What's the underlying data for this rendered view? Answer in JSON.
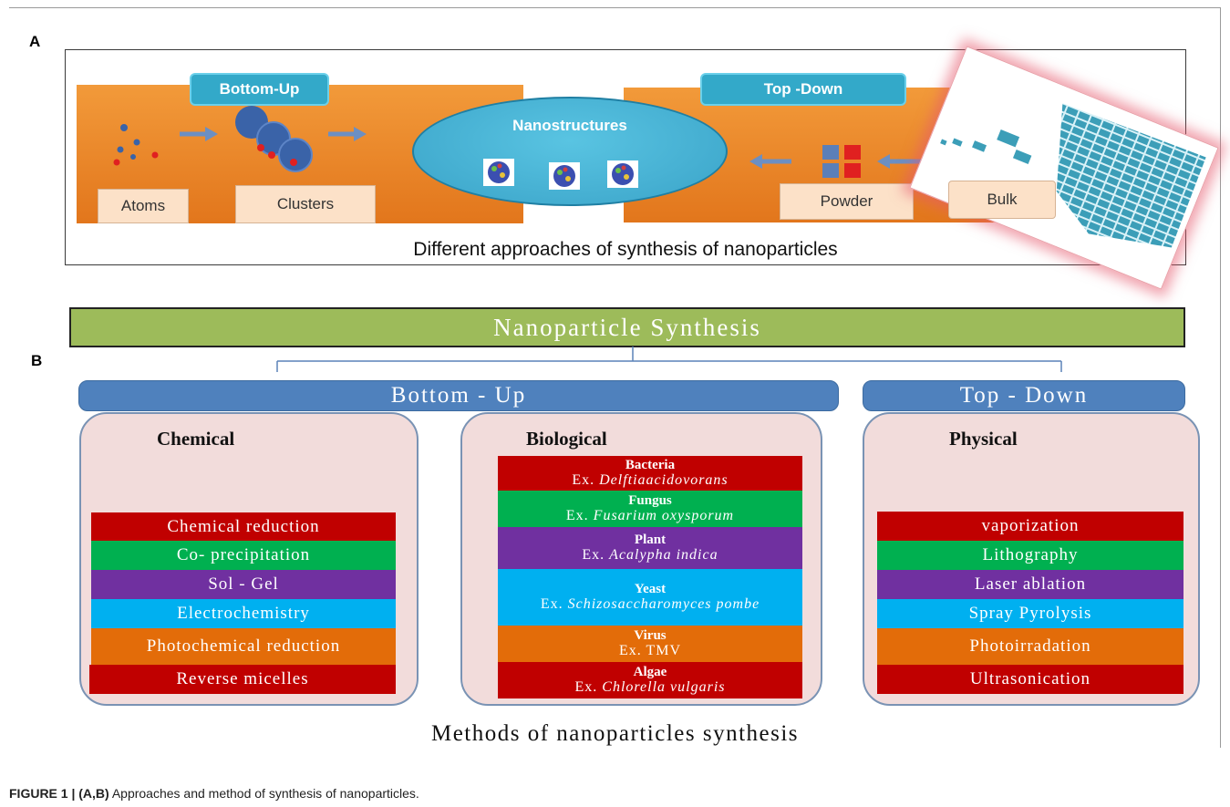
{
  "panel_a": {
    "letter": "A",
    "bottom_up_label": "Bottom-Up",
    "top_down_label": "Top -Down",
    "atoms_label": "Atoms",
    "clusters_label": "Clusters",
    "nanostructures_label": "Nanostructures",
    "powder_label": "Powder",
    "bulk_label": "Bulk",
    "caption": "Different approaches of synthesis of nanoparticles"
  },
  "panel_b": {
    "letter": "B",
    "title": "Nanoparticle Synthesis",
    "bottom_up_header": "Bottom - Up",
    "top_down_header": "Top -  Down",
    "chemical": {
      "title": "Chemical",
      "items": [
        "Chemical reduction",
        "Co- precipitation",
        "Sol - Gel",
        "Electrochemistry",
        "Photochemical reduction",
        "Reverse micelles"
      ]
    },
    "biological": {
      "title": "Biological",
      "items": [
        {
          "name": "Bacteria",
          "ex_prefix": "Ex.",
          "example": "Delftiaacidovorans"
        },
        {
          "name": "Fungus",
          "ex_prefix": "Ex.",
          "example": "Fusarium oxysporum"
        },
        {
          "name": "Plant",
          "ex_prefix": "Ex.",
          "example": "Acalypha indica"
        },
        {
          "name": "Yeast",
          "ex_prefix": "Ex.",
          "example": "Schizosaccharomyces pombe"
        },
        {
          "name": "Virus",
          "ex_prefix": "Ex.",
          "example": "TMV"
        },
        {
          "name": "Algae",
          "ex_prefix": "Ex.",
          "example": "Chlorella vulgaris"
        }
      ]
    },
    "physical": {
      "title": "Physical",
      "items": [
        "vaporization",
        "Lithography",
        "Laser ablation",
        "Spray Pyrolysis",
        "Photoirradation",
        "Ultrasonication"
      ]
    },
    "caption": "Methods of nanoparticles synthesis"
  },
  "figure_caption": {
    "label": "FIGURE 1 | (A,B)",
    "text": " Approaches and method of synthesis of nanoparticles."
  },
  "colors": {
    "red": "#c00000",
    "green": "#00b050",
    "purple": "#7030a0",
    "cyan": "#00b0f0",
    "orange": "#e36c09",
    "title_bar": "#9dbb5a",
    "header_blue": "#4f81bd",
    "box_pink": "#f2dcdb"
  }
}
